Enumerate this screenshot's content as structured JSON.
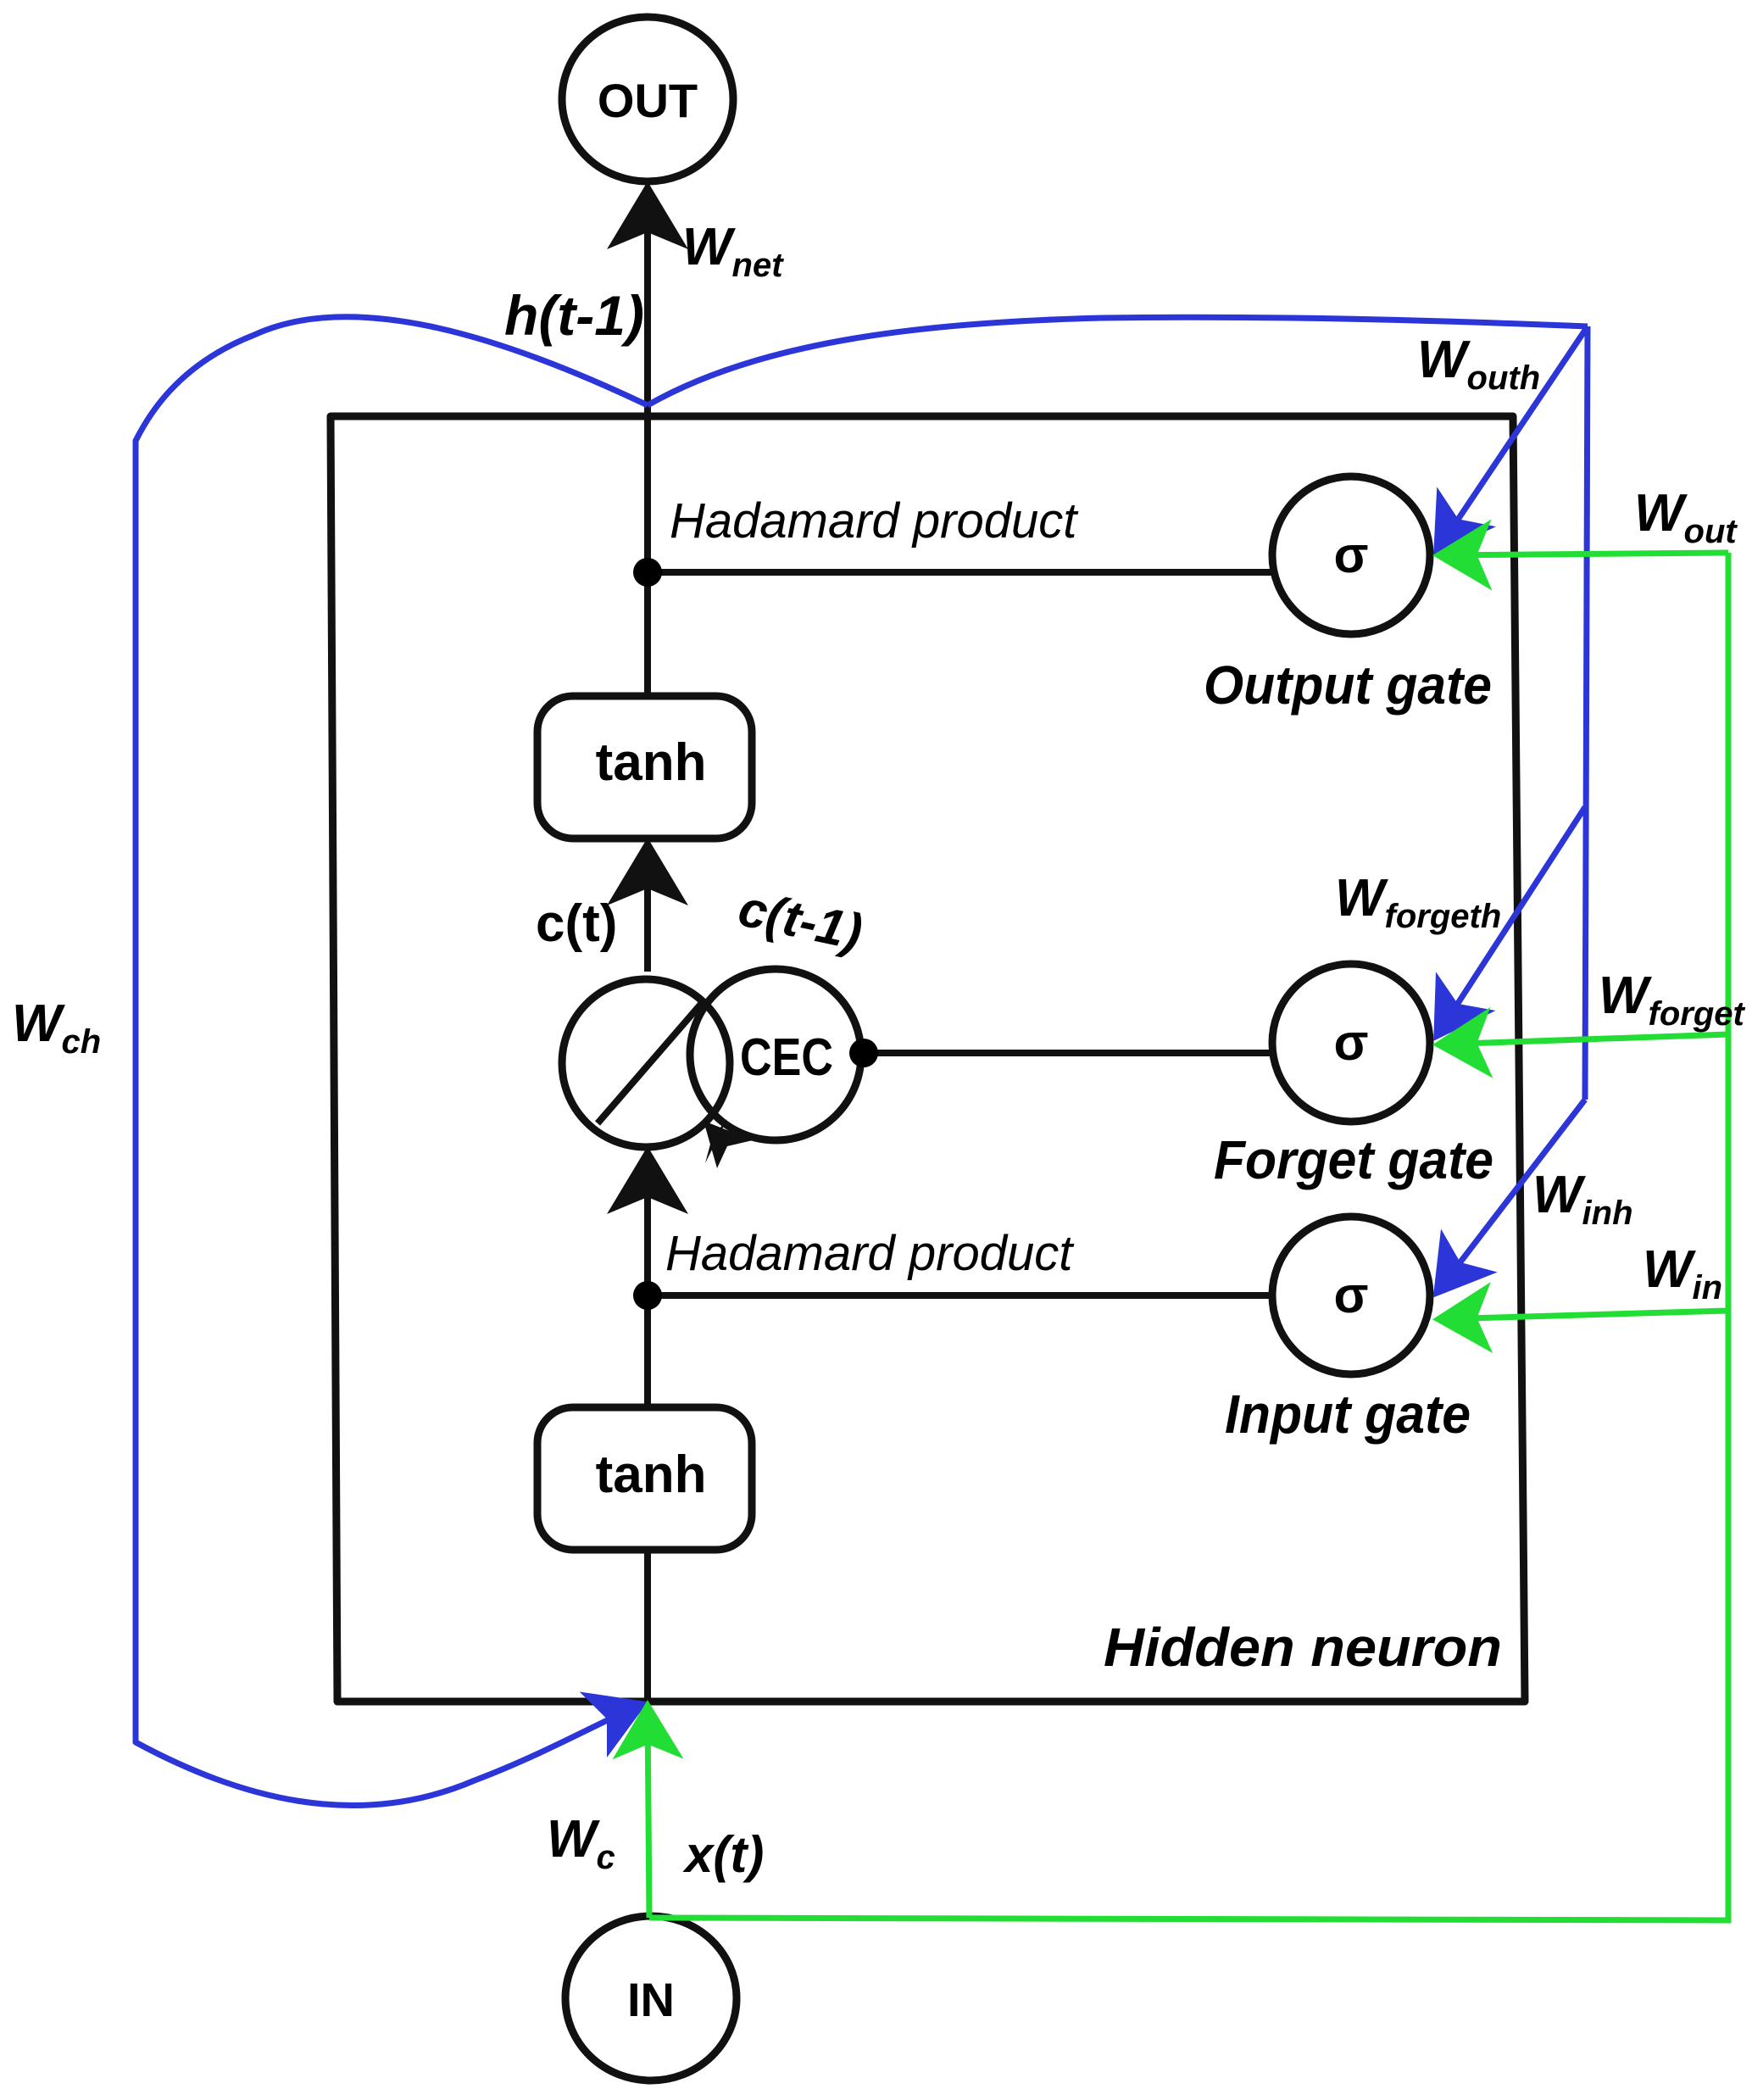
{
  "title": "LSTM hidden neuron diagram",
  "colors": {
    "recurrent": "#2B35D8",
    "input": "#22DD33",
    "structure": "#111111"
  },
  "nodes": {
    "out": "OUT",
    "in": "IN",
    "tanh_upper": "tanh",
    "tanh_lower": "tanh",
    "cec": "CEC",
    "output_gate_symbol": "σ",
    "forget_gate_symbol": "σ",
    "input_gate_symbol": "σ"
  },
  "labels": {
    "output_gate": "Output gate",
    "forget_gate": "Forget gate",
    "input_gate": "Input gate",
    "hidden_neuron": "Hidden neuron",
    "hadamard_upper": "Hadamard product",
    "hadamard_lower": "Hadamard product",
    "h_prev": "h(t-1)",
    "c_t": "c(t)",
    "c_prev": "c(t-1)",
    "x_t": "x(t)"
  },
  "weights": {
    "w_net": {
      "base": "W",
      "sub": "net"
    },
    "w_outh": {
      "base": "W",
      "sub": "outh"
    },
    "w_out": {
      "base": "W",
      "sub": "out"
    },
    "w_forgeth": {
      "base": "W",
      "sub": "forgeth"
    },
    "w_forget": {
      "base": "W",
      "sub": "forget"
    },
    "w_inh": {
      "base": "W",
      "sub": "inh"
    },
    "w_in": {
      "base": "W",
      "sub": "in"
    },
    "w_ch": {
      "base": "W",
      "sub": "ch"
    },
    "w_c": {
      "base": "W",
      "sub": "c"
    }
  }
}
